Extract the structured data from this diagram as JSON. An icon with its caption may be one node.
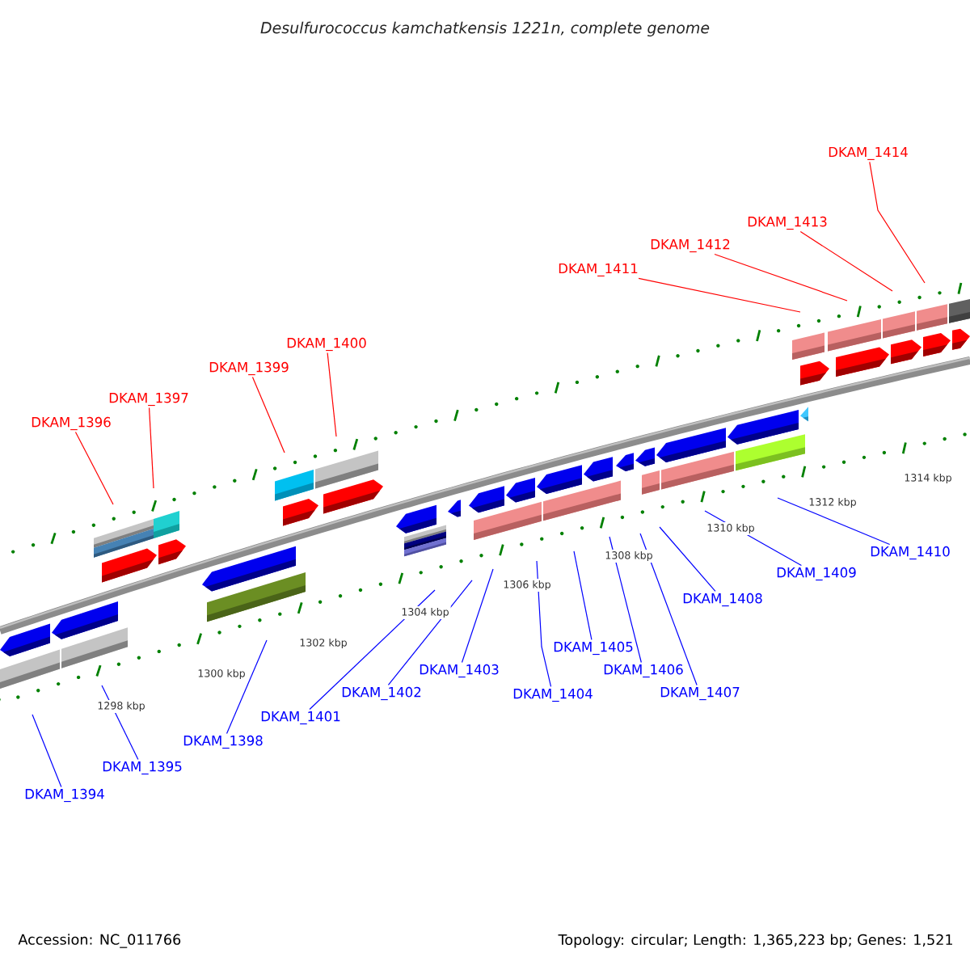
{
  "diagram": {
    "title": "Desulfurococcus kamchatkensis 1221n, complete genome",
    "nodes": [
      {
        "text": [
          "DKAM_1394"
        ]
      },
      {
        "text": [
          "DKAM_1395"
        ]
      },
      {
        "text": [
          "DKAM_1396"
        ]
      },
      {
        "text": [
          "DKAM_1397"
        ]
      },
      {
        "text": [
          "DKAM_1398"
        ]
      },
      {
        "text": [
          "DKAM_1399"
        ]
      },
      {
        "text": [
          "DKAM_1400"
        ]
      },
      {
        "text": [
          "DKAM_1401"
        ]
      },
      {
        "text": [
          "DKAM_1402"
        ]
      },
      {
        "text": [
          "DKAM_1403"
        ]
      },
      {
        "text": [
          "DKAM_1404"
        ]
      },
      {
        "text": [
          "DKAM_1405"
        ]
      },
      {
        "text": [
          "DKAM_1406"
        ]
      },
      {
        "text": [
          "DKAM_1407"
        ]
      },
      {
        "text": [
          "DKAM_1408"
        ]
      },
      {
        "text": [
          "DKAM_1409"
        ]
      },
      {
        "text": [
          "DKAM_1410"
        ]
      },
      {
        "text": [
          "DKAM_1411"
        ]
      },
      {
        "text": [
          "DKAM_1412"
        ]
      },
      {
        "text": [
          "DKAM_1413"
        ]
      },
      {
        "text": [
          "DKAM_1414"
        ]
      }
    ],
    "edges": [
      {
        "from": 0,
        "to": null,
        "arrow": "none"
      },
      {
        "from": 1,
        "to": null,
        "arrow": "none"
      },
      {
        "from": 2,
        "to": null,
        "arrow": "none",
        "color": "#ff0000"
      },
      {
        "from": 3,
        "to": null,
        "arrow": "none",
        "color": "#ff0000"
      },
      {
        "from": 4,
        "to": null,
        "arrow": "none"
      },
      {
        "from": 5,
        "to": null,
        "arrow": "none",
        "color": "#ff0000"
      },
      {
        "from": 6,
        "to": null,
        "arrow": "none",
        "color": "#ff0000"
      },
      {
        "from": 7,
        "to": null,
        "arrow": "none"
      },
      {
        "from": 8,
        "to": null,
        "arrow": "none"
      },
      {
        "from": 9,
        "to": null,
        "arrow": "none"
      },
      {
        "from": 10,
        "to": null,
        "arrow": "none"
      },
      {
        "from": 11,
        "to": null,
        "arrow": "none"
      },
      {
        "from": 12,
        "to": null,
        "arrow": "none"
      },
      {
        "from": 13,
        "to": null,
        "arrow": "none"
      },
      {
        "from": 14,
        "to": null,
        "arrow": "none"
      },
      {
        "from": 15,
        "to": null,
        "arrow": "none"
      },
      {
        "from": 16,
        "to": null,
        "arrow": "none"
      },
      {
        "from": 17,
        "to": null,
        "arrow": "none",
        "color": "#ff0000"
      },
      {
        "from": 18,
        "to": null,
        "arrow": "none",
        "color": "#ff0000"
      },
      {
        "from": 19,
        "to": null,
        "arrow": "none",
        "color": "#ff0000"
      },
      {
        "from": 20,
        "to": null,
        "arrow": "none",
        "color": "#ff0000"
      }
    ],
    "labels": [
      "1298 kbp",
      "1300 kbp",
      "1302 kbp",
      "1304 kbp",
      "1306 kbp",
      "1308 kbp",
      "1310 kbp",
      "1312 kbp",
      "1314 kbp",
      "Accession: NC_011766",
      "Topology: circular; Length: 1,365,223 bp; Genes: 1,521"
    ]
  }
}
